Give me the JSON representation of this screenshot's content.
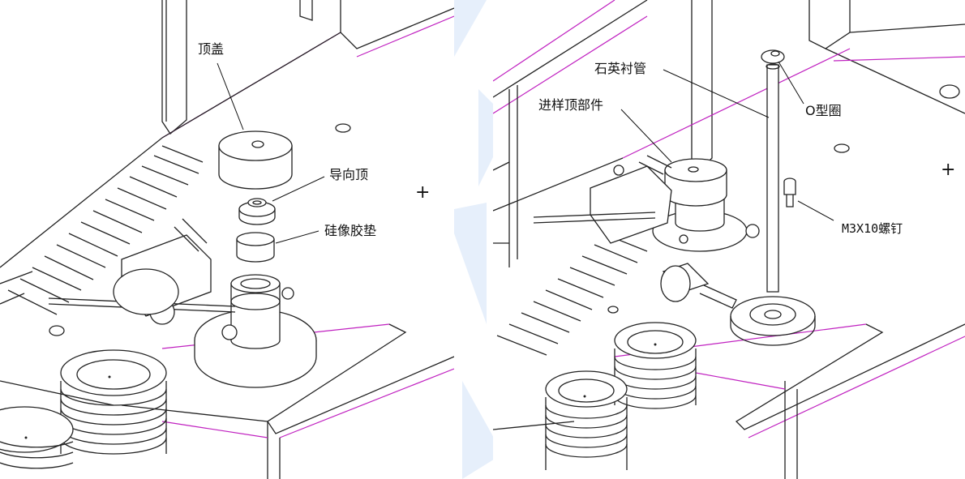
{
  "left_panel": {
    "labels": {
      "top_cover": "顶盖",
      "guide_top": "导向顶",
      "silicone_gasket": "硅像胶垫",
      "plus_mark": "+"
    }
  },
  "right_panel": {
    "labels": {
      "quartz_liner": "石英衬管",
      "injector_top_assembly": "进样顶部件",
      "o_ring": "O型圈",
      "screw": "M3X10螺钉",
      "plus_mark": "+"
    }
  },
  "colors": {
    "line": "#222222",
    "edge_highlight": "#c021c0",
    "watermark": "#e6effb",
    "background": "#ffffff"
  }
}
